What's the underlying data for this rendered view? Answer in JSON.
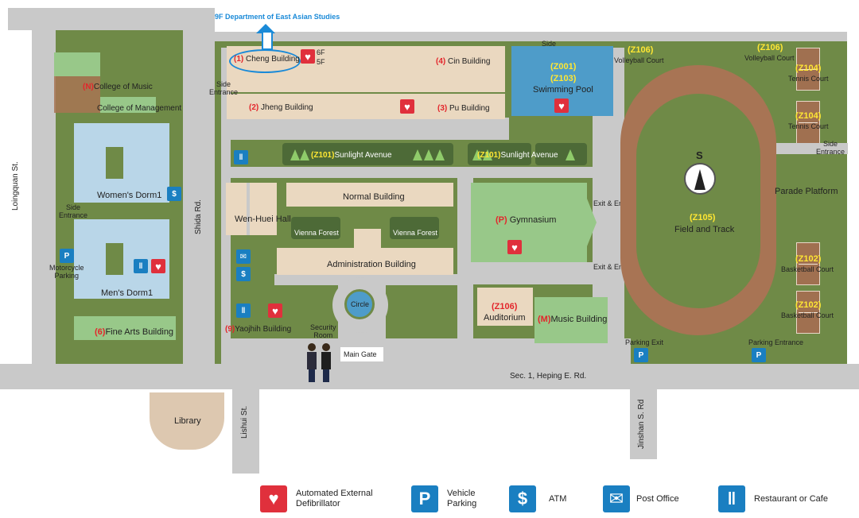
{
  "top_note": "9F Department of East Asian Studies",
  "roads": {
    "loingquan": "Loingquan St.",
    "shida": "Shida Rd.",
    "heping": "Sec. 1, Heping E. Rd.",
    "lishui": "Lishui St.",
    "jinshan": "Jinshan S. Rd"
  },
  "west": {
    "college_music_code": "(N)",
    "college_music": "College of Music",
    "college_mgmt": "College of Management",
    "womens_dorm": "Women's Dorm1",
    "side_entrance": "Side\nEntrance",
    "moto_parking": "Motorcycle\nParking",
    "mens_dorm": "Men's Dorm1",
    "fine_arts_code": "(6)",
    "fine_arts": "Fine Arts Building",
    "library": "Library"
  },
  "main": {
    "cheng_code": "(1)",
    "cheng": "Cheng Building",
    "floor_6f": "6F",
    "floor_5f": "5F",
    "cin_code": "(4)",
    "cin": "Cin Building",
    "side_entrance_left": "Side\nEntrance",
    "jheng_code": "(2)",
    "jheng": "Jheng Building",
    "pu_code": "(3)",
    "pu": "Pu Building",
    "side_entrance_top": "Side\nEntrance",
    "pool_code1": "(Z001)",
    "pool_code2": "(Z103)",
    "pool": "Swimming Pool",
    "sunlight1_code": "(Z101)",
    "sunlight1": "Sunlight Avenue",
    "sunlight2_code": "(Z101)",
    "sunlight2": "Sunlight Avenue",
    "normal": "Normal Building",
    "wenhuei": "Wen-Huei Hall",
    "vienna1": "Vienna Forest",
    "vienna2": "Vienna Forest",
    "gym_code": "(P)",
    "gym": "Gymnasium",
    "exit_entrance1": "Exit & Entrance",
    "exit_entrance2": "Exit & Entrance",
    "admin": "Administration Building",
    "circle": "Circle",
    "auditorium_code": "(Z106)",
    "auditorium": "Auditorium",
    "music_code": "(M)",
    "music": "Music Building",
    "yaojhih_code": "(9)",
    "yaojhih": "Yaojhih Building",
    "security": "Security\nRoom",
    "main_gate": "Main Gate",
    "parking_exit": "Parking Exit",
    "parking_entrance": "Parking Entrance"
  },
  "sports": {
    "volley1_code": "(Z106)",
    "volley1": "Volleyball Court",
    "volley2_code": "(Z106)",
    "volley2": "Volleyball Court",
    "tennis1_code": "(Z104)",
    "tennis1": "Tennis Court",
    "tennis2_code": "(Z104)",
    "tennis2": "Tennis Court",
    "side_entrance": "Side\nEntrance",
    "parade": "Parade Platform",
    "field_code": "(Z105)",
    "field": "Field and Track",
    "compass": "S",
    "basket1_code": "(Z102)",
    "basket1": "Basketball Court",
    "basket2_code": "(Z102)",
    "basket2": "Basketball Court"
  },
  "legend": {
    "aed": "Automated External\nDefibrillator",
    "parking": "Vehicle\nParking",
    "atm": "ATM",
    "post": "Post Office",
    "food": "Restaurant or Cafe"
  },
  "colors": {
    "grass": "#6f8a47",
    "road": "#c9c9c9",
    "building": "#ead8c0",
    "dorm": "#b9d6e8",
    "track": "#a87454",
    "code_red": "#e3262b",
    "code_yellow": "#ffe733",
    "icon_blue": "#1a7fc1",
    "icon_red": "#e0303c"
  }
}
